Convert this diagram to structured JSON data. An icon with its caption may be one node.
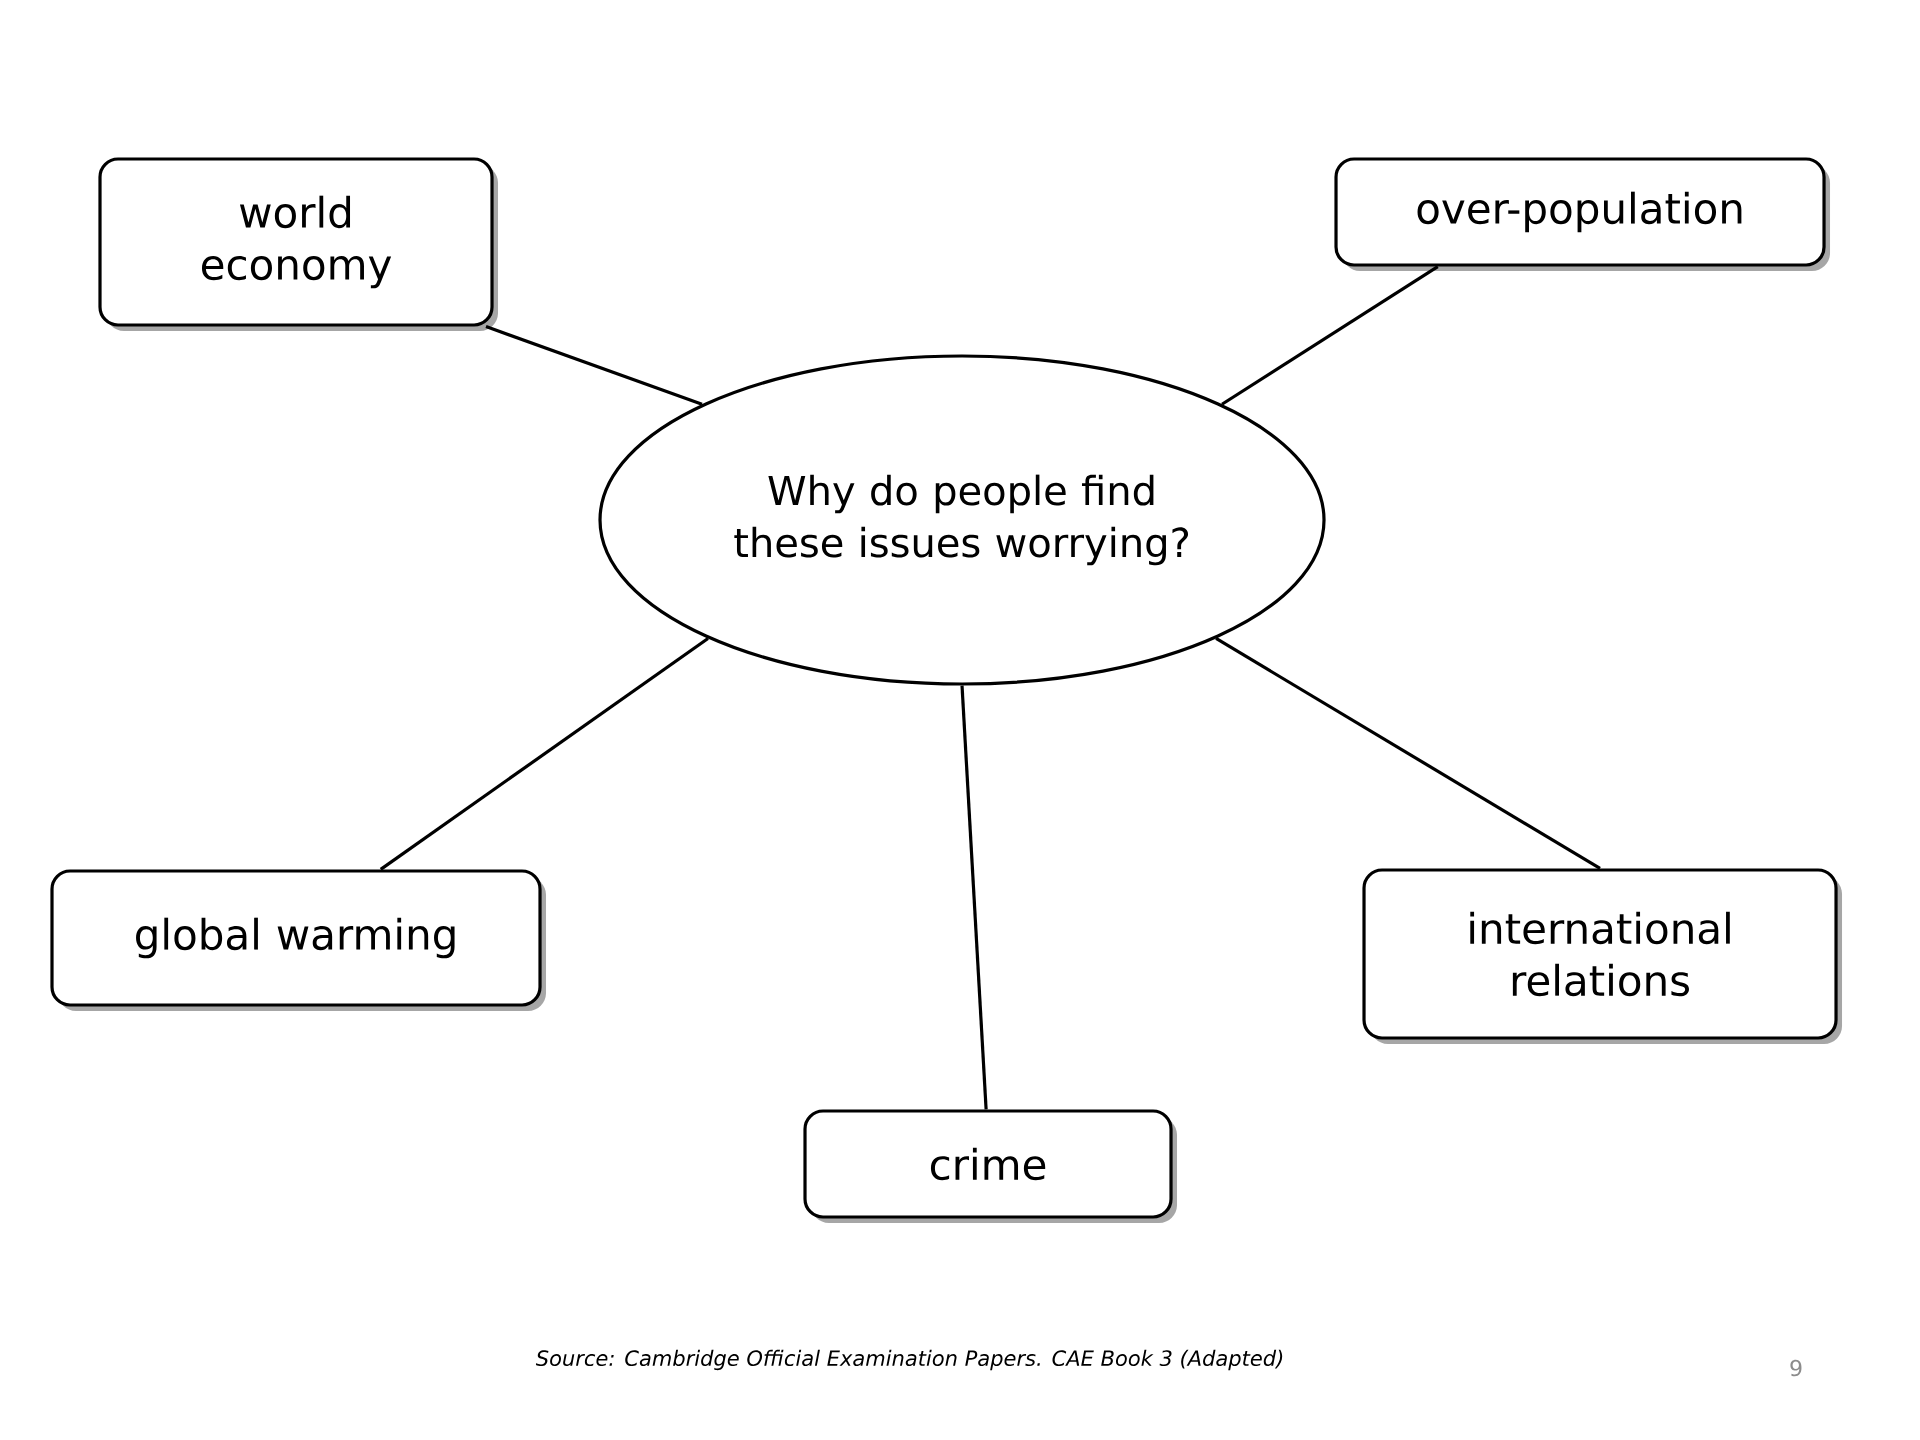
{
  "diagram": {
    "nodes": [
      {
        "text": [
          "world economy"
        ]
      },
      {
        "text": [
          "over-population"
        ]
      },
      {
        "text": [
          "Why do people find these issues worrying?"
        ]
      },
      {
        "text": [
          "global warming"
        ]
      },
      {
        "text": [
          "international relations"
        ]
      },
      {
        "text": [
          "crime"
        ]
      }
    ],
    "edges": [
      {
        "from": 2,
        "to": 0,
        "arrow": "none"
      },
      {
        "from": 2,
        "to": 1,
        "arrow": "none"
      },
      {
        "from": 2,
        "to": 3,
        "arrow": "none"
      },
      {
        "from": 2,
        "to": 4,
        "arrow": "none"
      },
      {
        "from": 2,
        "to": 5,
        "arrow": "none"
      }
    ],
    "labels": [
      "Source: Cambridge Official Examination Papers. CAE Book 3 (Adapted)",
      "9"
    ]
  }
}
